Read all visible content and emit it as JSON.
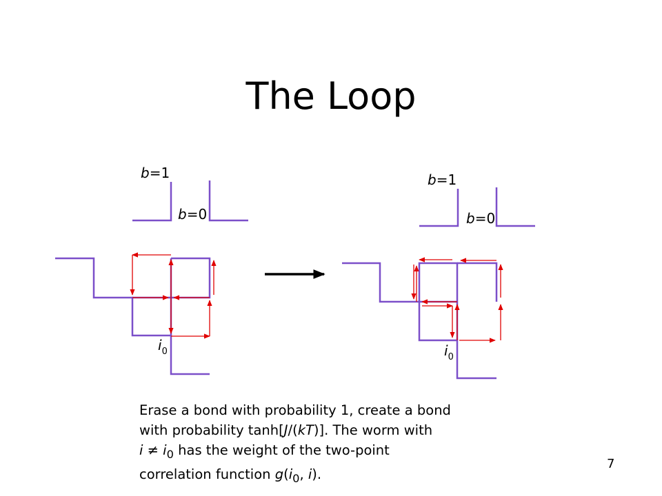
{
  "title": "The Loop",
  "legend": {
    "b1_var": "b",
    "b1_rest": "=1",
    "b0_var": "b",
    "b0_rest": "=0"
  },
  "site_label": {
    "var": "i",
    "sub": "0"
  },
  "caption": {
    "line1": "Erase a bond with probability 1, create a bond",
    "line2_a": "with probability tanh[",
    "line2_J": "J",
    "line2_b": "/(",
    "line2_kT": "kT",
    "line2_c": ")].  The worm with",
    "line3_i": "i",
    "line3_neq": " ≠ ",
    "line3_i0": "i",
    "line3_sub": "0",
    "line3_rest": " has the weight of the two-point",
    "line4_a": "correlation function ",
    "line4_g": "g",
    "line4_b": "(",
    "line4_i0": "i",
    "line4_sub": "0",
    "line4_c": ", ",
    "line4_i": "i",
    "line4_d": ")."
  },
  "slide_number": "7",
  "colors": {
    "bond": "#7b4fc9",
    "worm": "#e00000",
    "transition_arrow": "#000000"
  }
}
